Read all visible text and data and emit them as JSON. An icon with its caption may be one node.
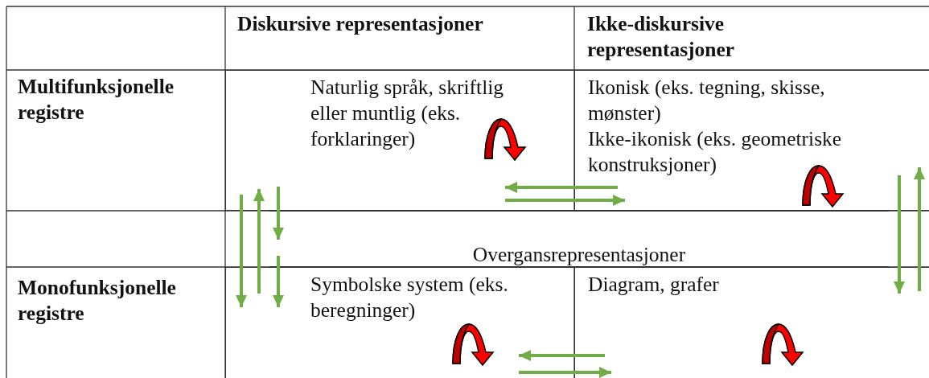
{
  "diagram": {
    "nodes": [
      {
        "text": [
          "Naturlig språk, skriftlig eller muntlig (eks. forklaringer)"
        ]
      },
      {
        "text": [
          "Ikonisk (eks. tegning, skisse, mønster)",
          "Ikke-ikonisk (eks. geometriske konstruksjoner)"
        ]
      },
      {
        "text": [
          "Overgansrepresentasjoner"
        ]
      },
      {
        "text": [
          "Symbolske system (eks. beregninger)"
        ]
      },
      {
        "text": [
          "Diagram, grafer"
        ]
      }
    ],
    "edges": [
      {
        "from": 1,
        "to": 0,
        "arrow": "to"
      },
      {
        "from": 0,
        "to": 1,
        "arrow": "to"
      },
      {
        "from": 4,
        "to": 3,
        "arrow": "to"
      },
      {
        "from": 3,
        "to": 4,
        "arrow": "to"
      },
      {
        "from": 0,
        "to": 3,
        "arrow": "to"
      },
      {
        "from": 3,
        "to": 0,
        "arrow": "to"
      },
      {
        "from": 0,
        "to": 2,
        "arrow": "to"
      },
      {
        "from": 2,
        "to": 3,
        "arrow": "to"
      },
      {
        "from": 1,
        "to": 4,
        "arrow": "to"
      },
      {
        "from": 4,
        "to": 1,
        "arrow": "to"
      }
    ],
    "labels": [
      "Diskursive representasjoner",
      "Ikke-diskursive representasjoner",
      "Multifunksjonelle registre",
      "Monofunksjonelle registre"
    ]
  }
}
